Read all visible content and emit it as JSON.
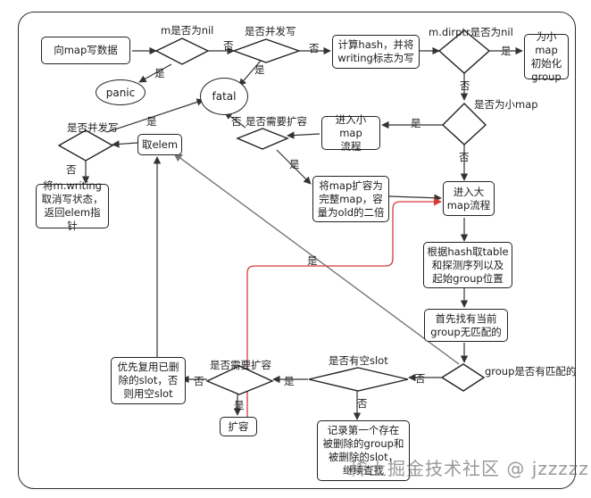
{
  "nodes": {
    "write_data": "向map写数据",
    "compute_hash": "计算hash，并将\nwriting标志为写",
    "init_small_group": "为小map\n初始化\ngroup",
    "panic": "panic",
    "fatal": "fatal",
    "small_map_flow": "进入小map\n流程",
    "take_elem": "取elem",
    "grow_double": "将map扩容为\n完整map，容\n量为old的二倍",
    "clear_writing": "将m.writing\n取消写状态，\n返回elem指针",
    "large_map_flow": "进入大\nmap流程",
    "probe_group": "根据hash取table\n和探测序列以及\n起始group位置",
    "find_unmatched": "首先找有当前\ngroup无匹配的",
    "reuse_slot": "优先复用已删\n除的slot，否\n则用空slot",
    "grow": "扩容",
    "record_deleted": "记录第一个存在\n被删除的group和\n被删除的slot，\n继续查找"
  },
  "decisions": {
    "is_nil": "m是否为nil",
    "concurrent_write_1": "是否并发写",
    "dirptr_nil": "m.dirptr是否为nil",
    "is_small_map": "是否为小map",
    "need_grow_1": "是否需要扩容",
    "concurrent_write_2": "是否并发写",
    "group_match": "group是否有匹配的",
    "has_empty_slot": "是否有空slot",
    "need_grow_2": "是否需要扩容"
  },
  "edge_labels": {
    "nil_no": "否",
    "nil_yes": "是",
    "cw1_no": "否",
    "cw1_yes": "是",
    "dirptr_yes": "是",
    "dirptr_no": "否",
    "small_yes": "是",
    "small_no": "否",
    "grow1_no": "否",
    "grow1_yes": "是",
    "cw2_yes": "是",
    "cw2_no": "否",
    "group_match_yes": "是",
    "group_match_no": "否",
    "empty_slot_yes": "是",
    "empty_slot_no": "否",
    "grow2_no": "否",
    "grow2_yes": "是"
  },
  "watermark": "稀土掘金技术社区 @ jzzzzz",
  "colors": {
    "stroke": "#222222",
    "highlight_edge": "#d63b3b",
    "gray_edge": "#777777"
  }
}
